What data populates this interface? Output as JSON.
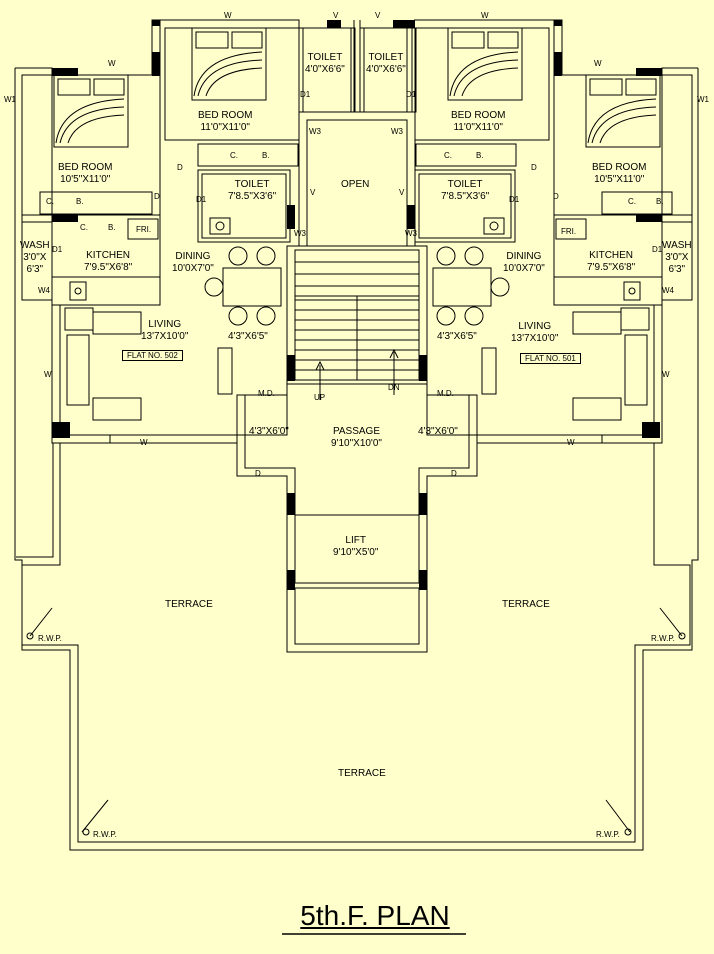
{
  "title": "5th.F. PLAN",
  "colors": {
    "background": "#ffffcc",
    "line": "#000000"
  },
  "flats": {
    "left": "FLAT NO. 502",
    "right": "FLAT NO. 501"
  },
  "rooms": {
    "bed_room": "BED ROOM",
    "bed_11x11": "11'0\"X11'0\"",
    "bed_10x11": "10'5\"X11'0\"",
    "toilet": "TOILET",
    "toilet_4x6": "4'0\"X6'6\"",
    "toilet_7x3": "7'8.5\"X3'6\"",
    "open": "OPEN",
    "wash": "WASH",
    "wash_dim1": "3'0\"X",
    "wash_dim2": "6'3\"",
    "kitchen": "KITCHEN",
    "kitchen_dim": "7'9.5\"X6'8\"",
    "dining": "DINING",
    "dining_dim": "10'0X7'0\"",
    "living": "LIVING",
    "living_dim": "13'7X10'0\"",
    "passage": "PASSAGE",
    "passage_dim": "9'10\"X10'0\"",
    "lift": "LIFT",
    "lift_dim": "9'10\"X5'0\"",
    "terrace": "TERRACE",
    "lobby_dim": "4'3\"X6'0\"",
    "dining_table_dim": "4'3\"X6'5\""
  },
  "marks": {
    "w": "W",
    "w1": "W1",
    "w3": "W3",
    "w4": "W4",
    "v": "V",
    "d": "D",
    "d1": "D1",
    "md": "M.D.",
    "c": "C.",
    "b": "B.",
    "fri": "FRI.",
    "up": "UP",
    "dn": "DN",
    "rwp": "R.W.P."
  }
}
